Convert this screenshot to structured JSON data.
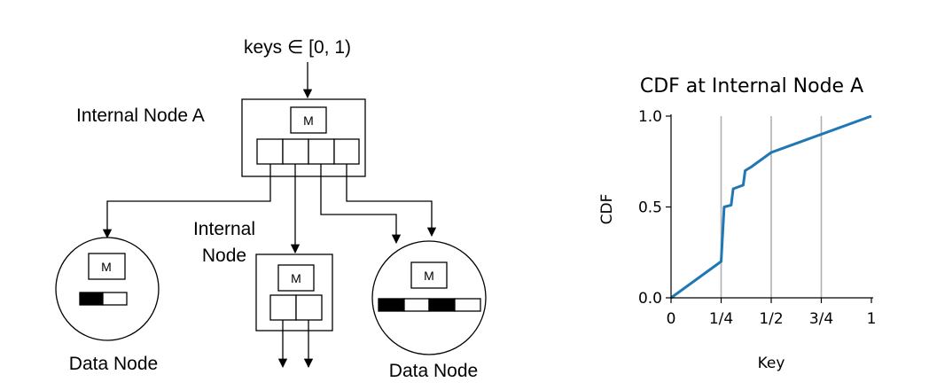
{
  "diagram": {
    "input_label": "keys ∈ [0, 1)",
    "internal_node_a_label": "Internal Node A",
    "internal_node_label_line1": "Internal",
    "internal_node_label_line2": "Node",
    "data_node_left_label": "Data Node",
    "data_node_right_label": "Data Node",
    "model_label": "M"
  },
  "chart_data": {
    "type": "line",
    "title": "CDF at Internal Node A",
    "xlabel": "Key",
    "ylabel": "CDF",
    "xlim": [
      0,
      1
    ],
    "ylim": [
      0,
      1
    ],
    "xticks": [
      0,
      0.25,
      0.5,
      0.75,
      1
    ],
    "xtick_labels": [
      "0",
      "1/4",
      "1/2",
      "3/4",
      "1"
    ],
    "yticks": [
      0,
      0.5,
      1
    ],
    "ytick_labels": [
      "0.0",
      "0.5",
      "1.0"
    ],
    "vertical_gridlines_at": [
      0.25,
      0.5,
      0.75
    ],
    "series": [
      {
        "color": "#1f77b4",
        "x": [
          0,
          0.25,
          0.265,
          0.3,
          0.31,
          0.36,
          0.37,
          0.4,
          0.5,
          1.0
        ],
        "y": [
          0,
          0.2,
          0.5,
          0.51,
          0.6,
          0.62,
          0.7,
          0.72,
          0.8,
          1.0
        ]
      }
    ]
  }
}
